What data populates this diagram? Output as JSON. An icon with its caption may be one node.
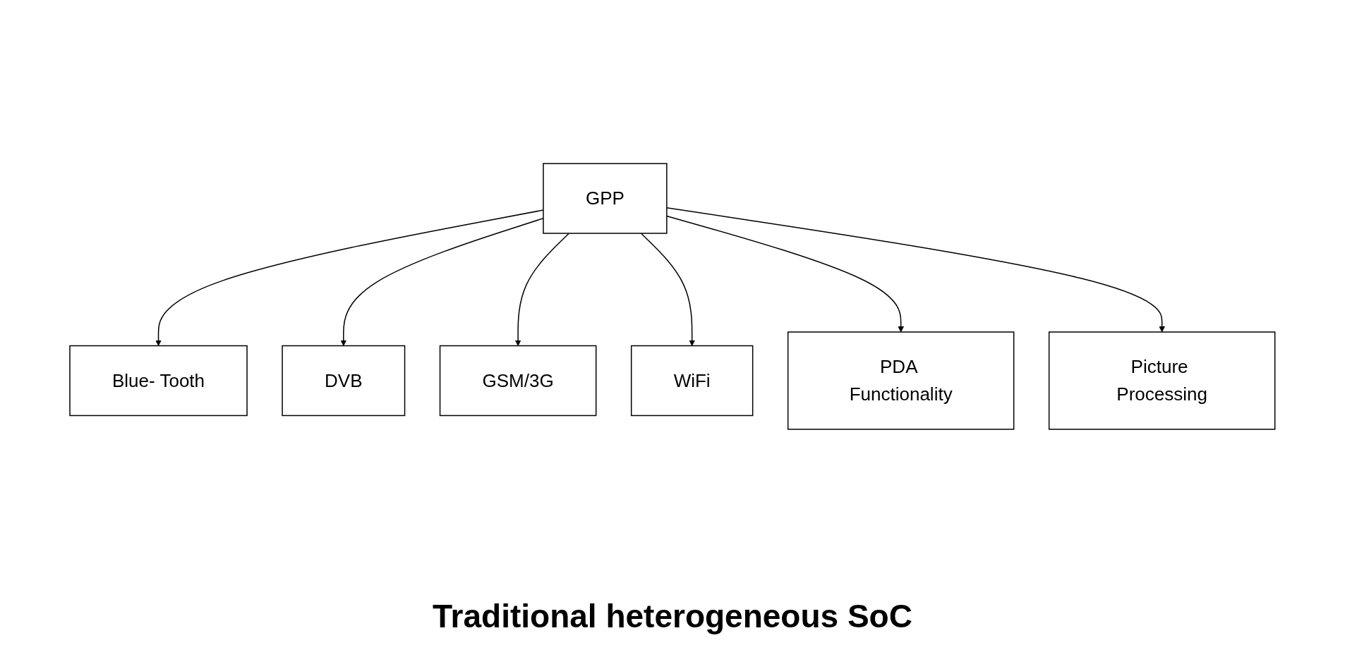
{
  "diagram": {
    "caption": "Traditional heterogeneous SoC",
    "nodes": [
      {
        "text": [
          "GPP"
        ]
      },
      {
        "text": [
          "Blue- Tooth"
        ]
      },
      {
        "text": [
          "DVB"
        ]
      },
      {
        "text": [
          "GSM/3G"
        ]
      },
      {
        "text": [
          "WiFi"
        ]
      },
      {
        "text": [
          "PDA Functionality"
        ]
      },
      {
        "text": [
          "Picture Processing"
        ]
      }
    ],
    "edges": [
      {
        "from": 0,
        "to": 1,
        "arrow": "to"
      },
      {
        "from": 0,
        "to": 2,
        "arrow": "to"
      },
      {
        "from": 0,
        "to": 3,
        "arrow": "to"
      },
      {
        "from": 0,
        "to": 4,
        "arrow": "to"
      },
      {
        "from": 0,
        "to": 5,
        "arrow": "to"
      },
      {
        "from": 0,
        "to": 6,
        "arrow": "to"
      }
    ]
  }
}
